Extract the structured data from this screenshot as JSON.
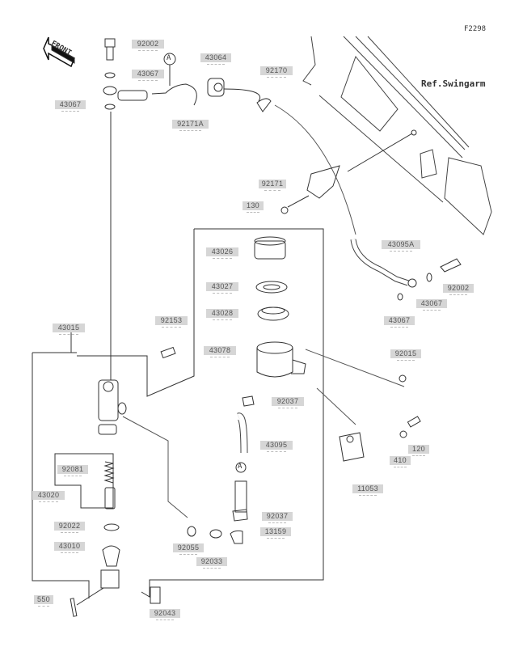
{
  "figure_code": "F2298",
  "reference": "Ref.Swingarm",
  "front_arrow_text": "FRONT",
  "connector_marker": "A",
  "labels": {
    "p92002_top": "92002",
    "p43067_top": "43067",
    "p43067_left": "43067",
    "p43064": "43064",
    "p92171A": "92171A",
    "p92170": "92170",
    "p92171": "92171",
    "p130": "130",
    "p43095A": "43095A",
    "p92002_right": "92002",
    "p43067_right": "43067",
    "p43067_lower": "43067",
    "p43026": "43026",
    "p43027": "43027",
    "p43028": "43028",
    "p43078": "43078",
    "p92153": "92153",
    "p43015": "43015",
    "p92015": "92015",
    "p92037_top": "92037",
    "p43095": "43095",
    "p120": "120",
    "p410": "410",
    "p11053": "11053",
    "p92081": "92081",
    "p43020": "43020",
    "p92022": "92022",
    "p43010": "43010",
    "p92055": "92055",
    "p92037_bottom": "92037",
    "p13159": "13159",
    "p92033": "92033",
    "p550": "550",
    "p92043": "92043"
  }
}
